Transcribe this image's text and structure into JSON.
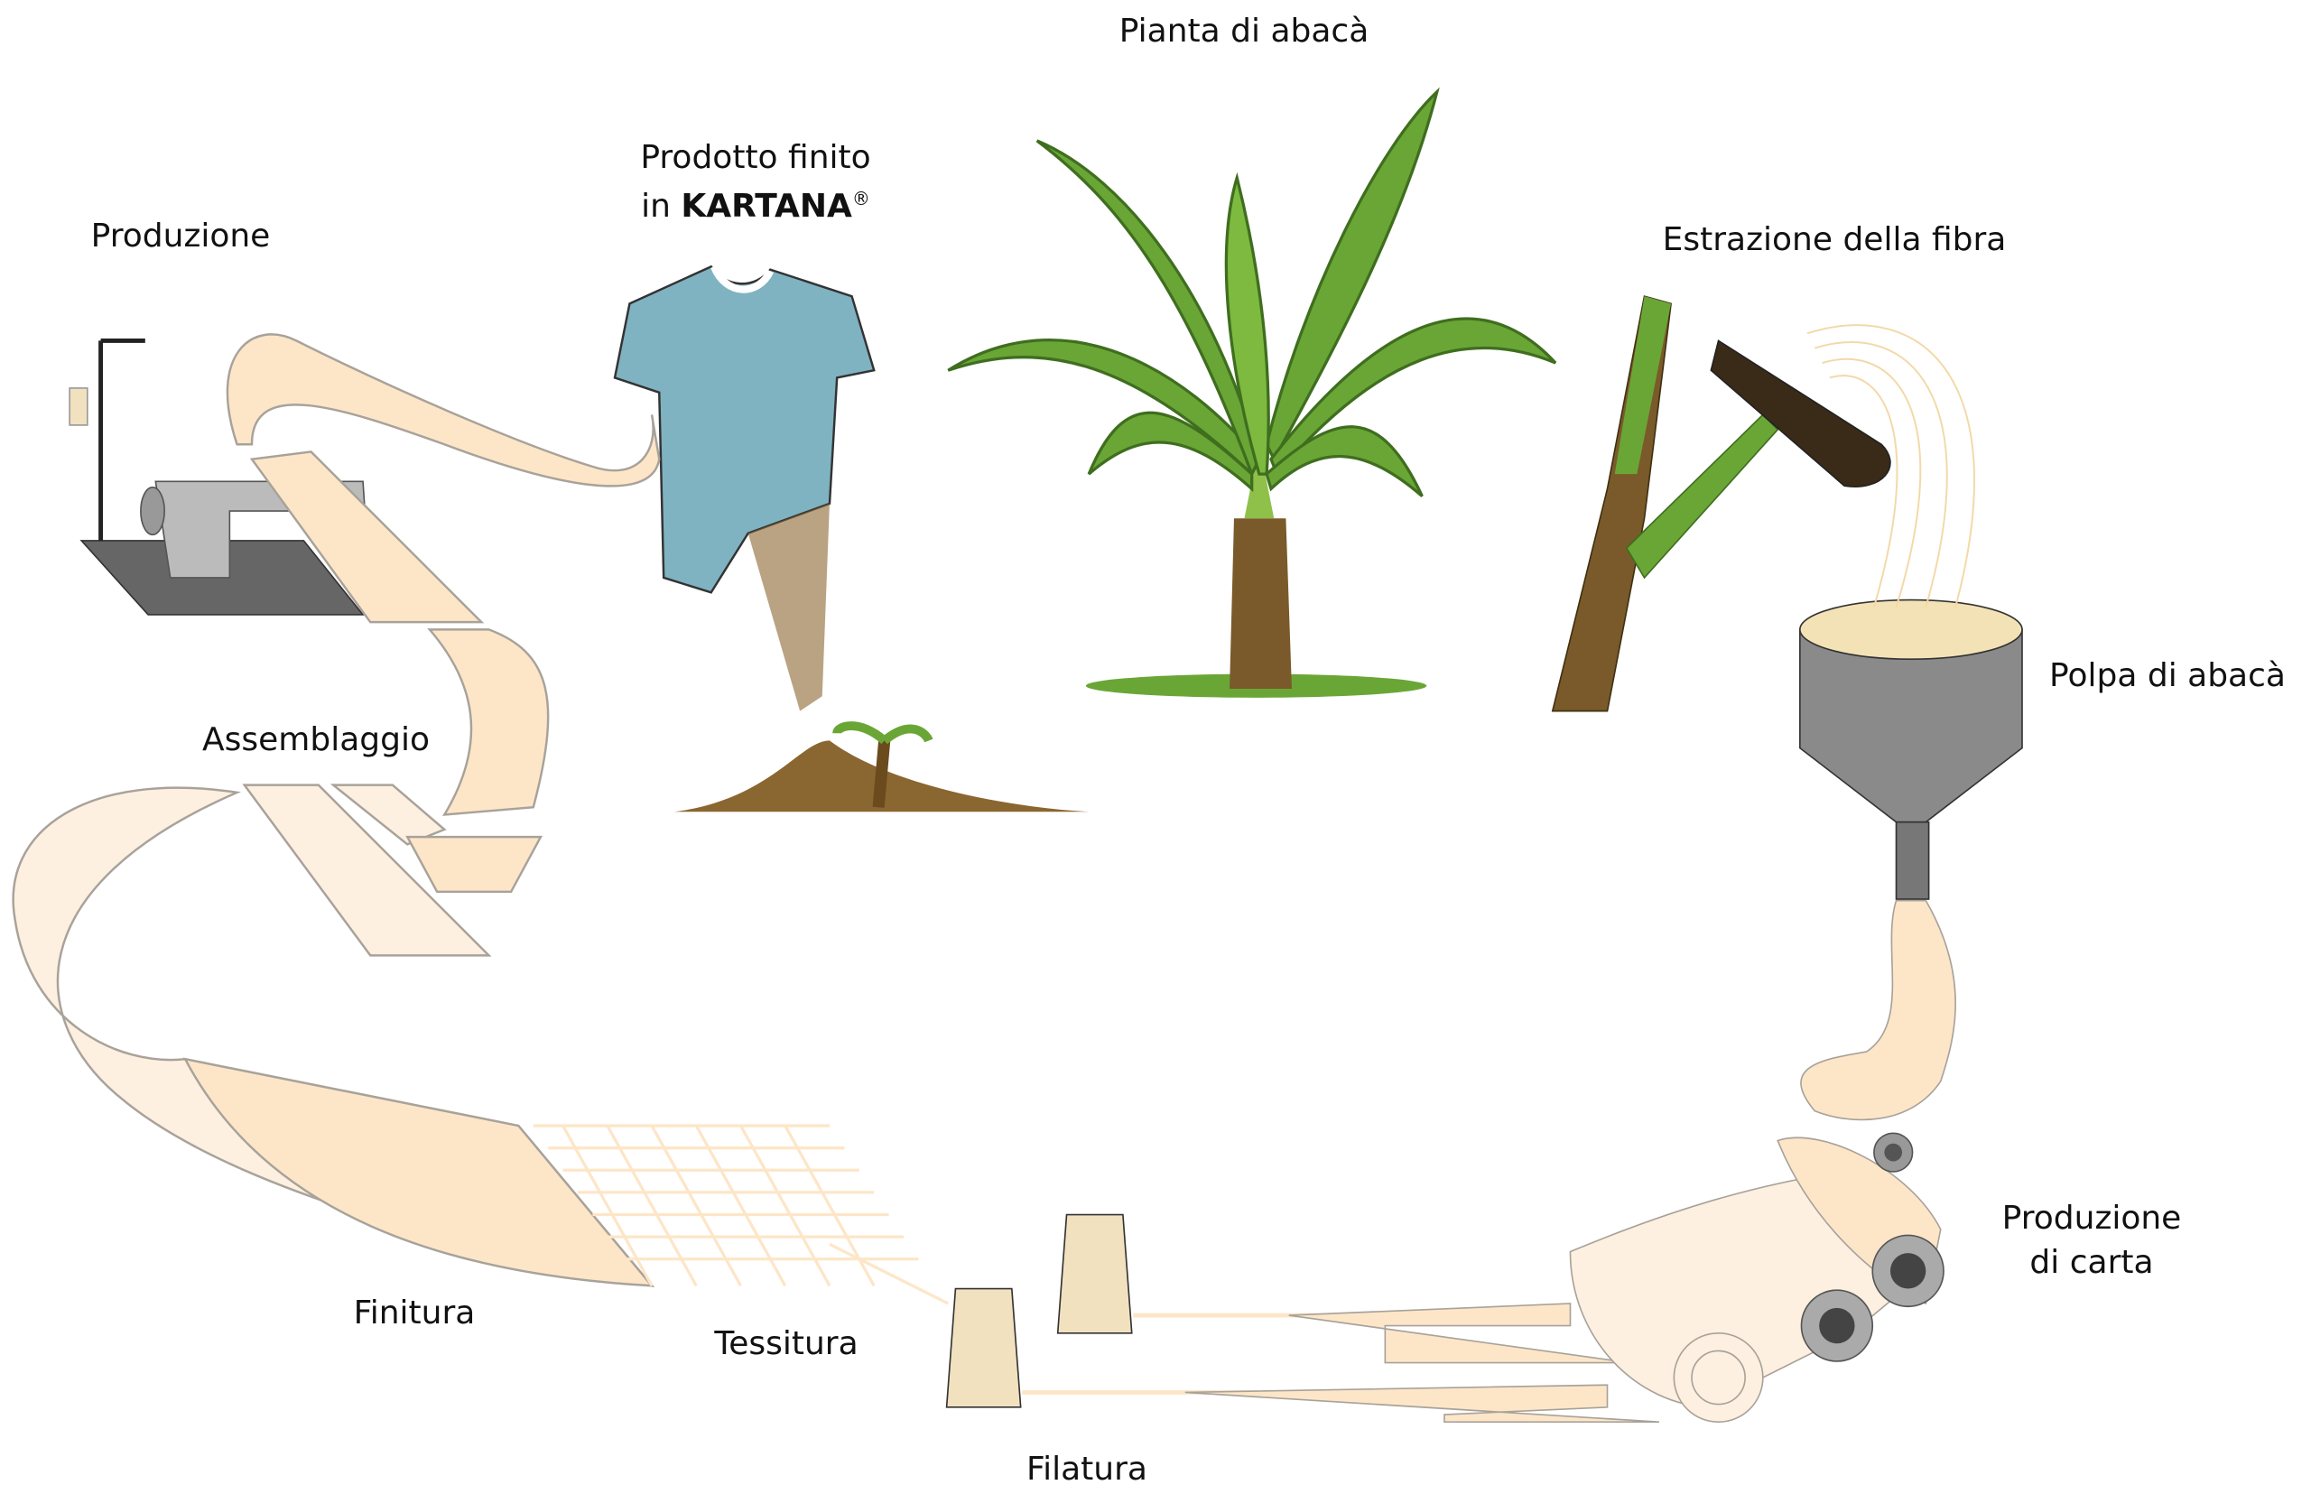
{
  "labels": {
    "plant": "Pianta di abacà",
    "finished_line1": "Prodotto finito",
    "finished_line2_prefix": "in",
    "finished_brand": "KARTANA",
    "finished_reg": "®",
    "production": "Produzione",
    "fiber_extraction": "Estrazione della fibra",
    "pulp": "Polpa di abacà",
    "paper_line1": "Produzione",
    "paper_line2": "di carta",
    "assembly": "Assemblaggio",
    "finishing": "Finitura",
    "weaving": "Tessitura",
    "spinning": "Filatura"
  },
  "colors": {
    "paper": "#fde6c8",
    "paper_light": "#fdf0e0",
    "outline": "#a8a29a",
    "leaf": "#6aa636",
    "leaf_dark": "#3f6e1f",
    "trunk": "#7a5a2a",
    "shirt": "#7fb3c1",
    "machine": "#a9a9a9",
    "soil": "#8a6630"
  }
}
